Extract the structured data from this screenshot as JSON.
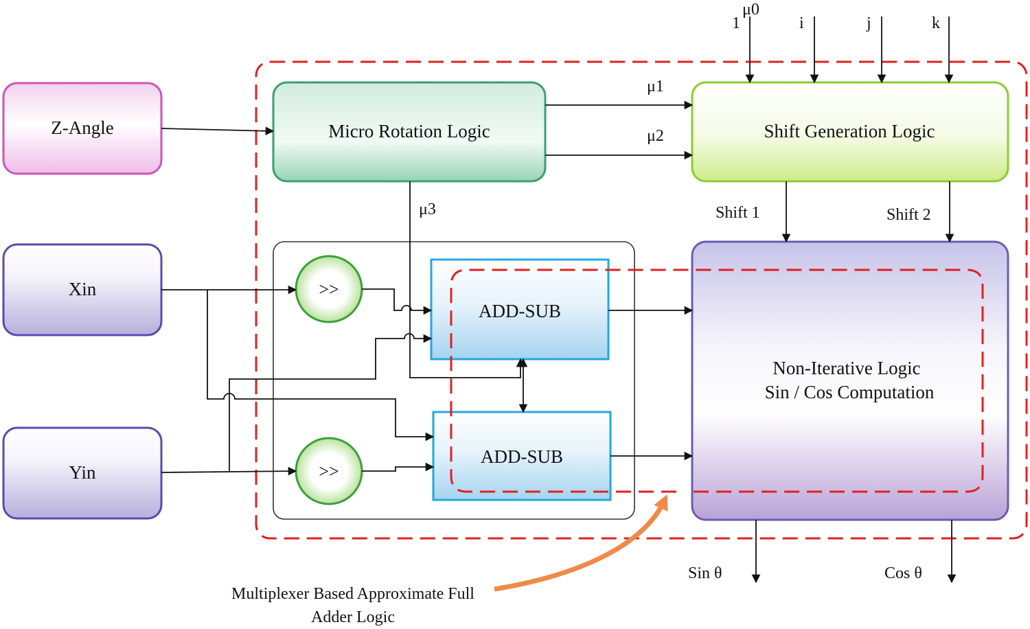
{
  "blocks": {
    "z_angle": "Z-Angle",
    "xin": "Xin",
    "yin": "Yin",
    "micro_rotation": "Micro Rotation Logic",
    "shift_generation": "Shift Generation Logic",
    "add_sub_top": "ADD-SUB",
    "add_sub_bottom": "ADD-SUB",
    "shifter_top": ">>",
    "shifter_bottom": ">>",
    "non_iterative_line1": "Non-Iterative Logic",
    "non_iterative_line2": "Sin / Cos Computation"
  },
  "signals": {
    "mu0": "μ0",
    "mu1": "μ1",
    "mu2": "μ2",
    "mu3": "μ3",
    "in_1": "1",
    "in_i": "i",
    "in_j": "j",
    "in_k": "k",
    "shift1": "Shift 1",
    "shift2": "Shift 2",
    "sin_out": "Sin θ",
    "cos_out": "Cos θ"
  },
  "annotation": {
    "line1": "Multiplexer Based Approximate Full",
    "line2": "Adder Logic"
  },
  "colors": {
    "outer_boundary": "#e02020",
    "pink_block": "#cc55b8",
    "purple_block": "#5a4ab0",
    "green_block": "#3aa070",
    "lime_block": "#8ccc30",
    "cyan_block": "#22a8e0",
    "arrow_orange": "#f08a48"
  }
}
